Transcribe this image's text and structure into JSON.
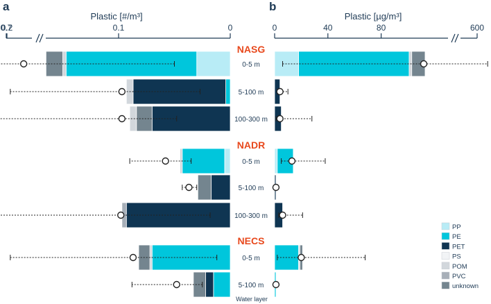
{
  "panels": {
    "a": {
      "letter": "a",
      "xlabel": "Plastic [#/m³]"
    },
    "b": {
      "letter": "b",
      "xlabel": "Plastic [µg/m³]"
    }
  },
  "legend": {
    "items": [
      {
        "key": "PP",
        "label": "PP",
        "color": "#b8ecf6"
      },
      {
        "key": "PE",
        "label": "PE",
        "color": "#00c6dc"
      },
      {
        "key": "PET",
        "label": "PET",
        "color": "#0f3552"
      },
      {
        "key": "PS",
        "label": "PS",
        "color": "#f2f4f6"
      },
      {
        "key": "POM",
        "label": "POM",
        "color": "#d2d7dc"
      },
      {
        "key": "PVC",
        "label": "PVC",
        "color": "#a7afb8"
      },
      {
        "key": "unknown",
        "label": "unknown",
        "color": "#74858f"
      }
    ]
  },
  "water_layer_label": "Water layer",
  "chart_data": [
    {
      "type": "bar",
      "orientation": "horizontal",
      "panel": "a",
      "xlabel": "Plastic [#/m³]",
      "x_axis_direction": "reversed",
      "x_axis_break": [
        0.3,
        0.7
      ],
      "xticks": [
        {
          "label": "0.7",
          "value": 0.7
        },
        {
          "label": "0.3",
          "value": 0.3
        },
        {
          "label": "0.2",
          "value": 0.2
        },
        {
          "label": "0.1",
          "value": 0.1
        },
        {
          "label": "0",
          "value": 0
        }
      ],
      "xlim": [
        0,
        0.7
      ],
      "stacked": true,
      "bars": [
        {
          "station": "NASG",
          "depth": "0-5 m",
          "mean": 0.185,
          "err": [
            0.05,
            0.28
          ],
          "segments": [
            [
              "PP",
              0.03
            ],
            [
              "PE",
              0.117
            ],
            [
              "POM",
              0.003
            ],
            [
              "unknown",
              0.015
            ]
          ]
        },
        {
          "station": "NASG",
          "depth": "5-100 m",
          "mean": 0.097,
          "err": [
            0.027,
            0.197
          ],
          "segments": [
            [
              "PE",
              0.004
            ],
            [
              "PET",
              0.083
            ],
            [
              "POM",
              0.006
            ]
          ]
        },
        {
          "station": "NASG",
          "depth": "100-300 m",
          "mean": 0.097,
          "err": [
            0.048,
            0.248
          ],
          "segments": [
            [
              "PET",
              0.07
            ],
            [
              "unknown",
              0.014
            ],
            [
              "POM",
              0.006
            ]
          ]
        },
        {
          "station": "NADR",
          "depth": "0-5 m",
          "mean": 0.058,
          "err": [
            0.035,
            0.09
          ],
          "segments": [
            [
              "PP",
              0.005
            ],
            [
              "PE",
              0.038
            ],
            [
              "POM",
              0.002
            ]
          ]
        },
        {
          "station": "NADR",
          "depth": "5-100 m",
          "mean": 0.037,
          "err": [
            0.03,
            0.043
          ],
          "segments": [
            [
              "PET",
              0.017
            ],
            [
              "unknown",
              0.012
            ]
          ]
        },
        {
          "station": "NADR",
          "depth": "100-300 m",
          "mean": 0.098,
          "err": [
            0.018,
            0.23
          ],
          "segments": [
            [
              "PET",
              0.093
            ],
            [
              "PVC",
              0.004
            ]
          ]
        },
        {
          "station": "NECS",
          "depth": "0-5 m",
          "mean": 0.087,
          "err": [
            0.012,
            0.197
          ],
          "segments": [
            [
              "PE",
              0.07
            ],
            [
              "POM",
              0.002
            ],
            [
              "unknown",
              0.01
            ]
          ]
        },
        {
          "station": "NECS",
          "depth": "5-100 m",
          "mean": 0.048,
          "err": [
            0.025,
            0.088
          ],
          "segments": [
            [
              "PE",
              0.015
            ],
            [
              "PET",
              0.007
            ],
            [
              "unknown",
              0.011
            ]
          ]
        }
      ]
    },
    {
      "type": "bar",
      "orientation": "horizontal",
      "panel": "b",
      "xlabel": "Plastic [µg/m³]",
      "x_axis_break": [
        140,
        600
      ],
      "xticks": [
        {
          "label": "0",
          "value": 0
        },
        {
          "label": "40",
          "value": 40
        },
        {
          "label": "80",
          "value": 80
        },
        {
          "label": "600",
          "value": 600
        }
      ],
      "xlim": [
        0,
        600
      ],
      "stacked": true,
      "bars": [
        {
          "station": "NASG",
          "depth": "0-5 m",
          "mean": 112,
          "err": [
            6,
            160
          ],
          "segments": [
            [
              "PP",
              18
            ],
            [
              "PE",
              83
            ],
            [
              "POM",
              2
            ],
            [
              "unknown",
              10
            ]
          ]
        },
        {
          "station": "NASG",
          "depth": "5-100 m",
          "mean": 4,
          "err": [
            2,
            10
          ],
          "segments": [
            [
              "PET",
              4
            ]
          ]
        },
        {
          "station": "NASG",
          "depth": "100-300 m",
          "mean": 4,
          "err": [
            1,
            28
          ],
          "segments": [
            [
              "PET",
              5
            ]
          ]
        },
        {
          "station": "NADR",
          "depth": "0-5 m",
          "mean": 13,
          "err": [
            5,
            38
          ],
          "segments": [
            [
              "PP",
              2
            ],
            [
              "PE",
              12
            ]
          ]
        },
        {
          "station": "NADR",
          "depth": "5-100 m",
          "mean": 1,
          "err": [
            0.5,
            1.5
          ],
          "segments": [
            [
              "PET",
              1
            ]
          ]
        },
        {
          "station": "NADR",
          "depth": "100-300 m",
          "mean": 6,
          "err": [
            3,
            21
          ],
          "segments": [
            [
              "PET",
              6
            ]
          ]
        },
        {
          "station": "NECS",
          "depth": "0-5 m",
          "mean": 20,
          "err": [
            2,
            68
          ],
          "segments": [
            [
              "PE",
              18
            ],
            [
              "POM",
              1
            ],
            [
              "unknown",
              2
            ]
          ]
        },
        {
          "station": "NECS",
          "depth": "5-100 m",
          "mean": 1,
          "err": [
            0.5,
            2
          ],
          "segments": [
            [
              "PE",
              1
            ]
          ]
        }
      ]
    }
  ]
}
